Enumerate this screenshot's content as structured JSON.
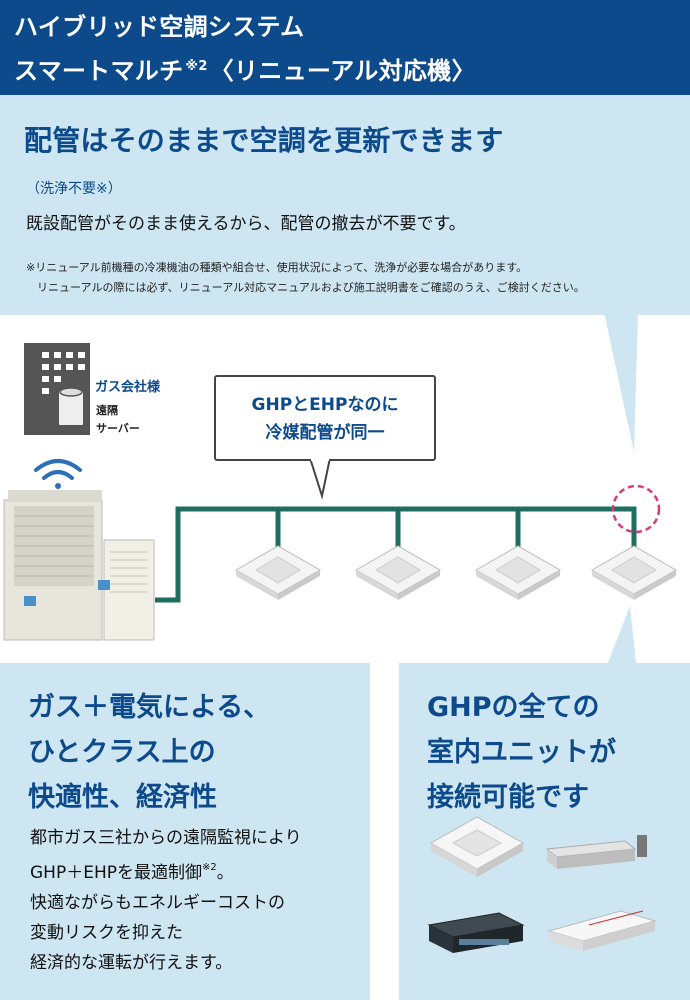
{
  "header": {
    "line1": "ハイブリッド空調システム",
    "line2_main": "スマートマルチ",
    "line2_sup": "※2",
    "line2_rest": "〈リニューアル対応機〉"
  },
  "top": {
    "heading": "配管はそのままで空調を更新できます",
    "sub1": "（洗浄不要※）",
    "sub2": "既設配管がそのまま使えるから、配管の撤去が不要です。",
    "note1": "※リニューアル前機種の冷凍機油の種類や組合せ、使用状況によって、洗浄が必要な場合があります。",
    "note2": "　リニューアルの際には必ず、リニューアル対応マニュアルおよび施工説明書をご確認のうえ、ご検討ください。"
  },
  "diagram": {
    "gas_company": "ガス会社様",
    "remote_line1": "遠隔",
    "remote_line2": "サーバー",
    "bubble_line1": "GHPとEHPなのに",
    "bubble_line2": "冷媒配管が同一"
  },
  "bottom_left": {
    "title1": "ガス＋電気による、",
    "title2": "ひとクラス上の",
    "title3": "快適性、経済性",
    "body1": "都市ガス三社からの遠隔監視により",
    "body2a": "GHP＋EHPを最適制御",
    "body2sup": "※2",
    "body2b": "。",
    "body3": "快適ながらもエネルギーコストの",
    "body4": "変動リスクを抑えた",
    "body5": "経済的な運転が行えます。"
  },
  "bottom_right": {
    "title1": "GHPの全ての",
    "title2": "室内ユニットが",
    "title3": "接続可能です"
  },
  "colors": {
    "header_bg": "#0d4a8c",
    "panel_bg": "#cde6f2",
    "pipe": "#1f6e5e",
    "highlight_circle": "#d63a7a"
  }
}
